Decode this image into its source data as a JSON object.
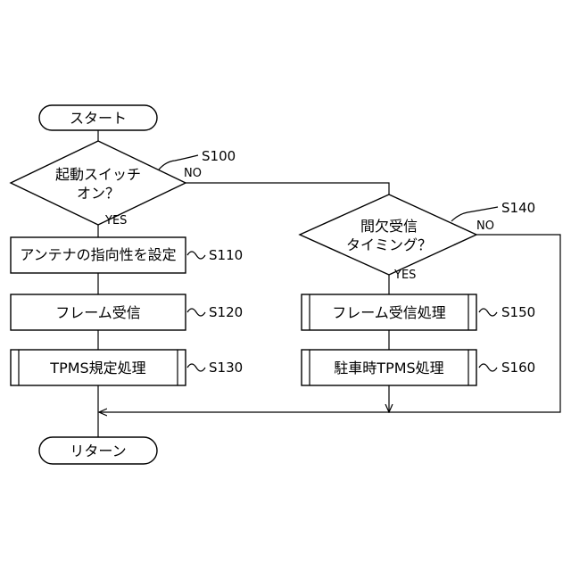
{
  "nodes": {
    "start": {
      "label": "スタート"
    },
    "s100": {
      "line1": "起動スイッチ",
      "line2": "オン？",
      "step": "S100",
      "yes": "YES",
      "no": "NO"
    },
    "s110": {
      "label": "アンテナの指向性を設定",
      "step": "S110"
    },
    "s120": {
      "label": "フレーム受信",
      "step": "S120"
    },
    "s130": {
      "label": "TPMS規定処理",
      "step": "S130"
    },
    "s140": {
      "line1": "間欠受信",
      "line2": "タイミング？",
      "step": "S140",
      "yes": "YES",
      "no": "NO"
    },
    "s150": {
      "label": "フレーム受信処理",
      "step": "S150"
    },
    "s160": {
      "label": "駐車時TPMS処理",
      "step": "S160"
    },
    "end": {
      "label": "リターン"
    }
  }
}
